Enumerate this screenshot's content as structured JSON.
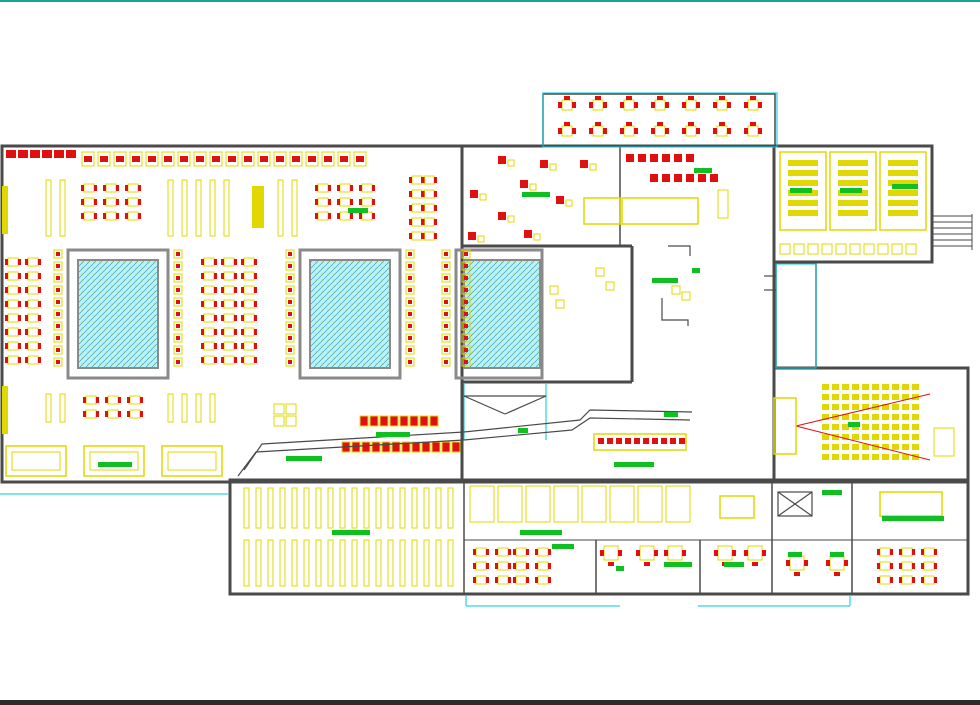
{
  "colors": {
    "background": "#ffffff",
    "frame": "#1aa39b",
    "frame_dark": "#2b2b2b",
    "wall": "#4a4a4a",
    "wall_light": "#8a8a8a",
    "furniture_yellow": "#e0d800",
    "furniture_red": "#e01010",
    "pool_fill": "#9fe6f0",
    "pool_edge": "#18a0c0",
    "cyan_line": "#00c8e0",
    "label_green": "#10c020",
    "chair_orange": "#f07818"
  },
  "drawing": {
    "kind": "architectural-floor-plan",
    "rooms": [
      {
        "id": "reading-hall"
      },
      {
        "id": "courtyard-pool-west"
      },
      {
        "id": "courtyard-pool-center"
      },
      {
        "id": "courtyard-pool-east"
      },
      {
        "id": "cafe-terrace"
      },
      {
        "id": "main-corridor"
      },
      {
        "id": "study-rooms-northeast"
      },
      {
        "id": "auditorium"
      },
      {
        "id": "stacks-south"
      },
      {
        "id": "office-wing-south"
      }
    ]
  }
}
